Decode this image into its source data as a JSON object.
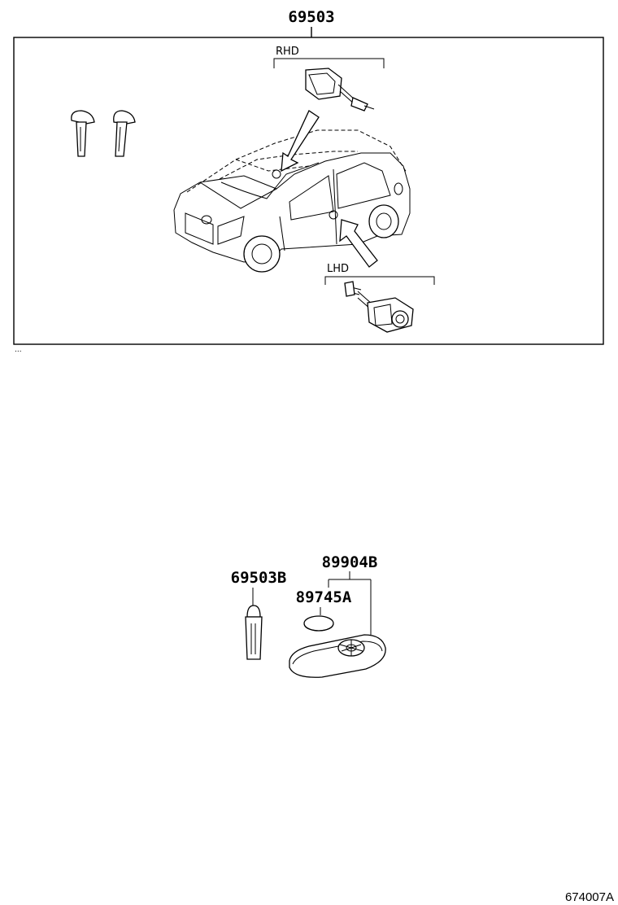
{
  "labels": {
    "top_part": "69503",
    "rhd": "RHD",
    "lhd": "LHD",
    "key_plate": "69503B",
    "transmitter": "89904B",
    "battery": "89745A",
    "figure_ref": "674007A"
  },
  "icons": [
    "key-blade-icon",
    "ignition-switch-icon",
    "car-illustration-icon",
    "smart-key-fob-icon",
    "coin-battery-icon"
  ]
}
